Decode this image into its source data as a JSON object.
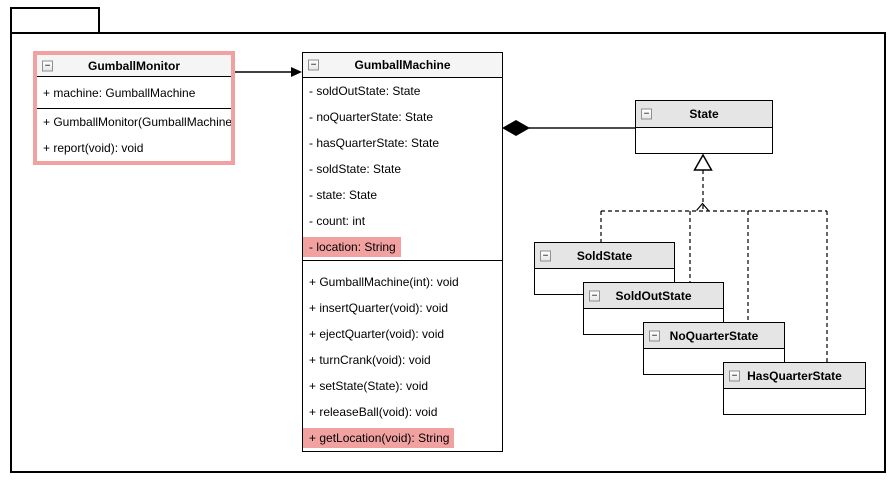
{
  "colors": {
    "selection_pink": "#f2a1a1",
    "highlight_pink": "#f2a1a1",
    "header_light_gray": "#f5f5f5",
    "header_gray": "#e5e5e5",
    "line_black": "#000000",
    "composition_line_gray": "#4d4d4d"
  },
  "icons": {
    "collapse_glyph": "−"
  },
  "classes": {
    "gumball_monitor": {
      "title": "GumballMonitor",
      "attributes": [
        "+ machine: GumballMachine"
      ],
      "methods": [
        "+ GumballMonitor(GumballMachine",
        "+ report(void): void"
      ]
    },
    "gumball_machine": {
      "title": "GumballMachine",
      "attributes": [
        "- soldOutState: State",
        "- noQuarterState: State",
        "- hasQuarterState: State",
        "- soldState: State",
        "- state: State",
        "- count: int",
        "- location: String"
      ],
      "methods": [
        "+ GumballMachine(int): void",
        "+ insertQuarter(void): void",
        "+ ejectQuarter(void): void",
        "+ turnCrank(void): void",
        "+ setState(State): void",
        "+ releaseBall(void): void",
        "+ getLocation(void): String"
      ]
    },
    "state": {
      "title": "State"
    },
    "sold_state": {
      "title": "SoldState"
    },
    "sold_out_state": {
      "title": "SoldOutState"
    },
    "no_quarter_state": {
      "title": "NoQuarterState"
    },
    "has_quarter_state": {
      "title": "HasQuarterState"
    }
  }
}
